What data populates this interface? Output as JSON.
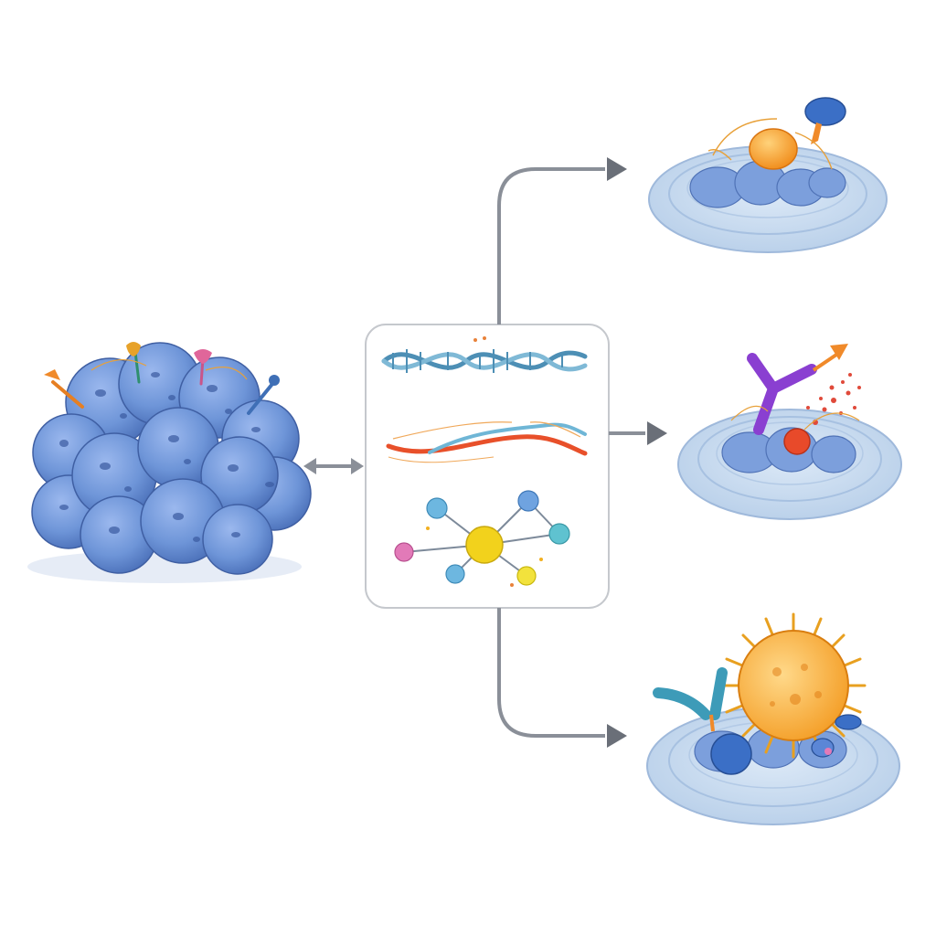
{
  "diagram": {
    "source": {
      "name": "cell-cluster",
      "marker_colors": [
        "#f08a2a",
        "#e7a22a",
        "#e0669a",
        "#3f6fb6"
      ]
    },
    "hub": {
      "items": [
        "dna-double-helix",
        "rna-strand",
        "molecular-network"
      ],
      "colors": {
        "helix": "#4d8fb5",
        "rna_red": "#e8502a",
        "rna_blue": "#6fb6d6",
        "node_yellow": "#f2d21c",
        "node_blue": "#6db7e0",
        "node_pink": "#e27ab8"
      }
    },
    "outcomes": [
      {
        "name": "outcome-1-binding",
        "highlight": "#f59a1f"
      },
      {
        "name": "outcome-2-receptor-signal",
        "highlight": "#8a3fd1"
      },
      {
        "name": "outcome-3-pathogen-response",
        "highlight": "#f6a531"
      }
    ],
    "colors": {
      "cell_blue": "#6e95d8",
      "dish": "#cfe0f3",
      "arrow": "#8a8f98",
      "box_border": "#c5c8cd"
    }
  }
}
